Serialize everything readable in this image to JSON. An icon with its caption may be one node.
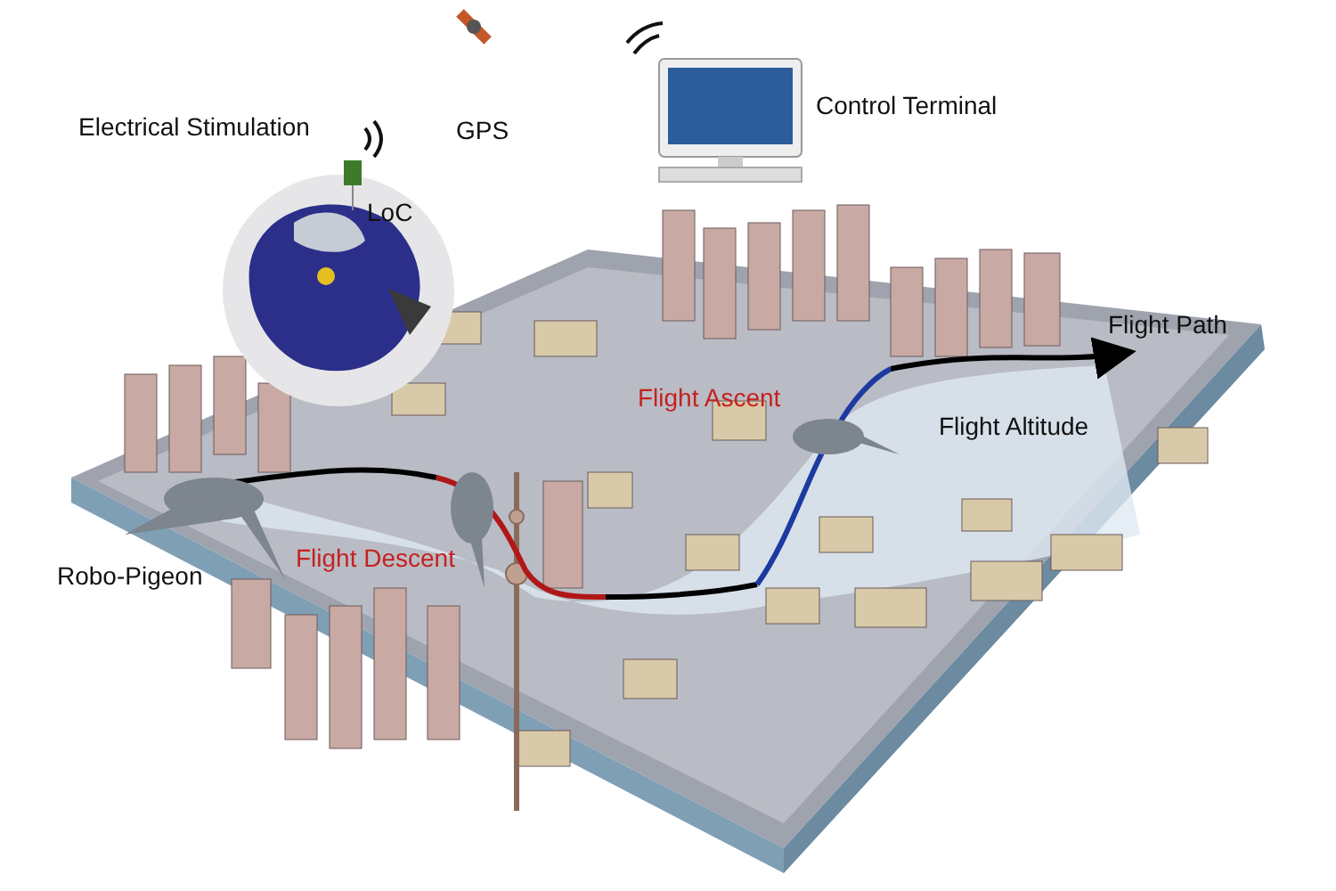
{
  "diagram": {
    "labels": [
      "Control Terminal",
      "GPS",
      "Electrical Stimulation",
      "LoC",
      "Flight Path",
      "Flight Ascent",
      "Flight Altitude",
      "Flight Descent",
      "Robo-Pigeon"
    ]
  }
}
